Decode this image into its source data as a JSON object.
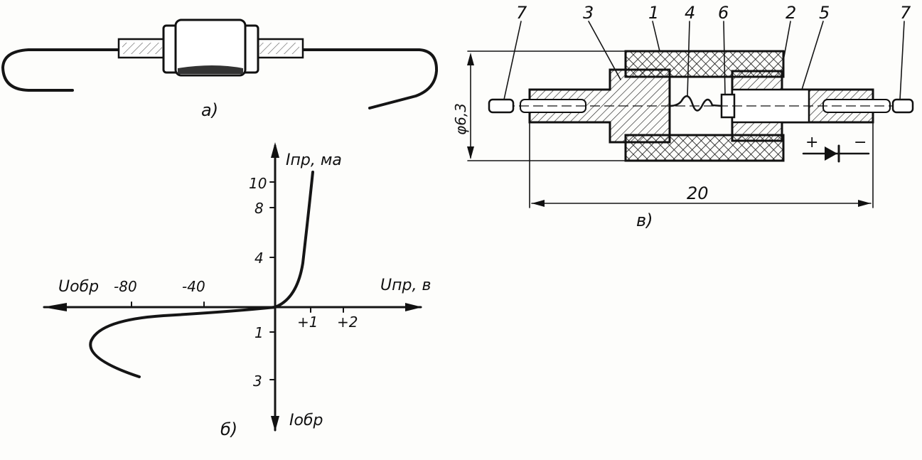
{
  "figure_a": {
    "caption": "а)"
  },
  "figure_b": {
    "caption": "б)",
    "y_axis_pos_label": "Iпр, ма",
    "y_axis_neg_label": "Iобр",
    "x_axis_pos_label": "Uпр, в",
    "x_axis_neg_label": "Uобр",
    "y_ticks_pos": [
      "10",
      "8",
      "4"
    ],
    "y_ticks_neg": [
      "1",
      "3"
    ],
    "x_ticks_neg": [
      "-80",
      "-40"
    ],
    "x_ticks_pos": [
      "+1",
      "+2"
    ]
  },
  "figure_c": {
    "caption": "в)",
    "part_labels": [
      "7",
      "3",
      "1",
      "4",
      "6",
      "2",
      "5",
      "7"
    ],
    "diameter_label": "φ6,3",
    "length_label": "20",
    "plus_sign": "+",
    "minus_sign": "−"
  }
}
